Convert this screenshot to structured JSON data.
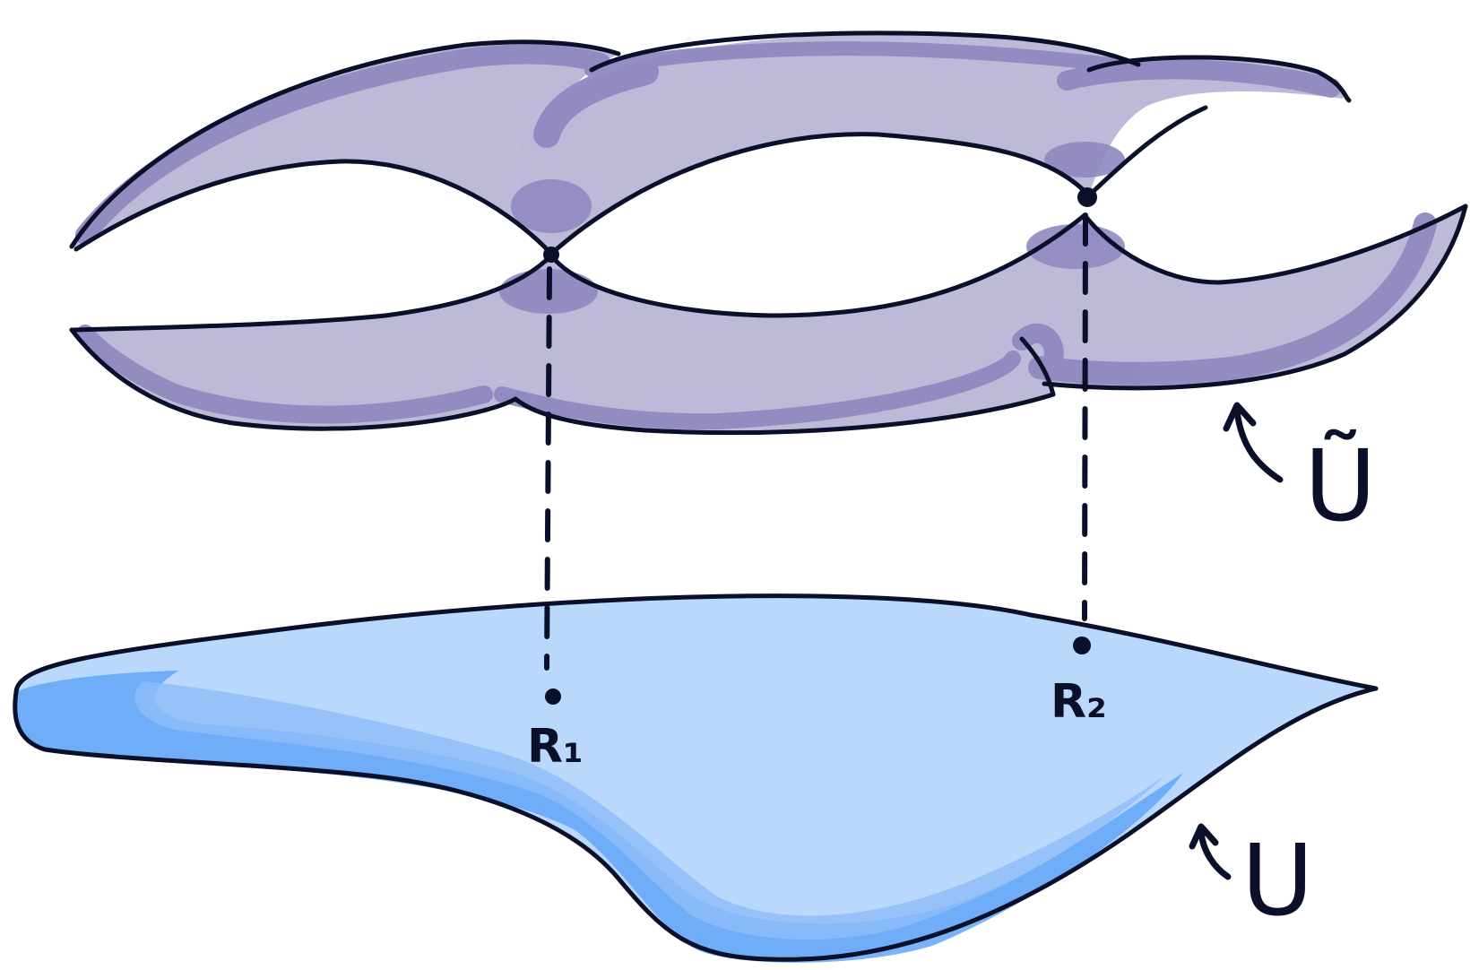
{
  "labels": {
    "p1": "R₁",
    "p2": "R₂",
    "lower_set": "U",
    "upper_set": "Ũ"
  },
  "colors": {
    "upper_fill": "#bdb9d9",
    "upper_shade": "#8f89c0",
    "lower_fill": "#bad8fb",
    "lower_shade": "#62a6f7",
    "lower_mid": "#8ebcf9",
    "ink": "#0a0f2a"
  },
  "icons": {
    "pointer_upper": "curved-arrow-icon",
    "pointer_lower": "curved-arrow-icon"
  }
}
